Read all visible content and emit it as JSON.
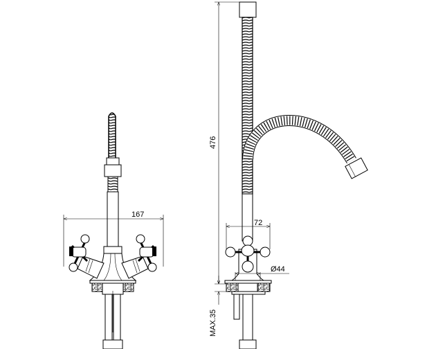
{
  "drawing": {
    "front_view": {
      "width_dim": "167"
    },
    "side_view": {
      "height_dim": "476",
      "handle_dim": "72",
      "base_diameter_dim": "Ø44",
      "max_mount_dim": "MAX.35"
    },
    "line_color": "#000000",
    "background": "#ffffff"
  }
}
